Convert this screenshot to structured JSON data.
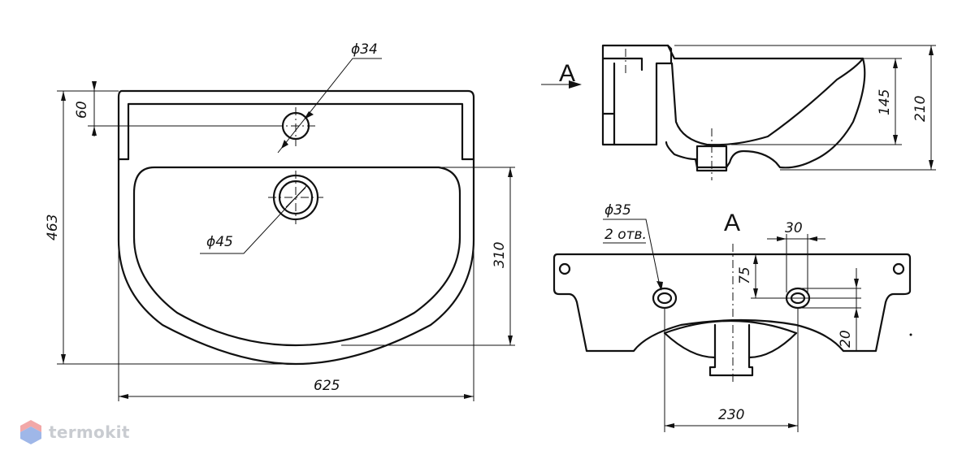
{
  "brand": {
    "name": "termokit",
    "logo_color_top": "#f2a8a8",
    "logo_color_bottom": "#9fb7e8",
    "text_color": "#c9ccd1"
  },
  "view_labels": {
    "side_arrow": "A",
    "rear_view": "A"
  },
  "dimensions": {
    "hole_faucet": "ϕ34",
    "drain": "ϕ45",
    "rim_depth": "60",
    "total_depth": "463",
    "width": "625",
    "bowl_depth": "310",
    "side_bowl_height": "145",
    "side_total_height": "210",
    "mount_holes": "ϕ35",
    "mount_holes_count": "2 отв.",
    "mount_spacing_small": "30",
    "mount_height": "75",
    "mount_offset": "20",
    "mount_spacing": "230"
  }
}
